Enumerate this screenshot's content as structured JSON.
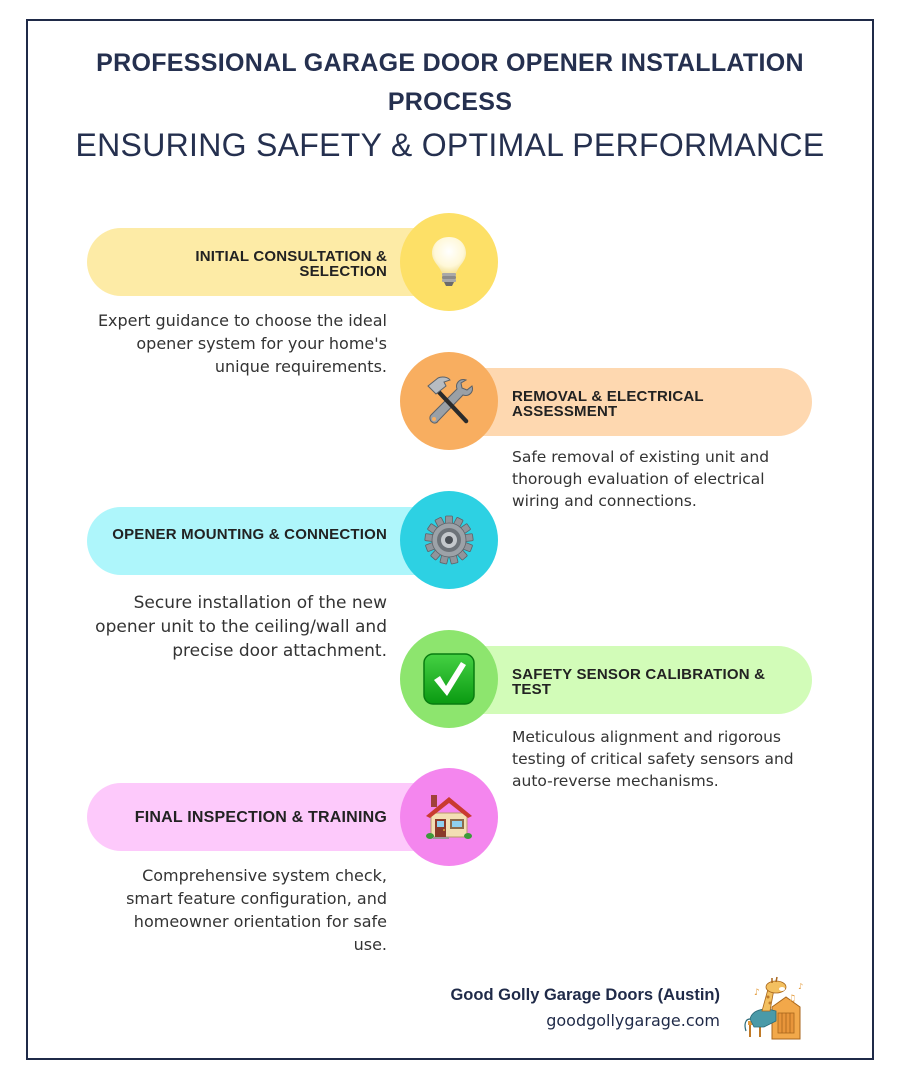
{
  "header": {
    "title": "PROFESSIONAL GARAGE DOOR OPENER INSTALLATION PROCESS",
    "subtitle": "ENSURING SAFETY & OPTIMAL PERFORMANCE"
  },
  "steps": [
    {
      "title": "INITIAL CONSULTATION & SELECTION",
      "description": "Expert guidance to choose the ideal opener system for your home's unique requirements.",
      "icon": "light-bulb-icon",
      "pill_color": "#fdeba6",
      "circle_color": "#fde067",
      "side": "left"
    },
    {
      "title": "REMOVAL & ELECTRICAL ASSESSMENT",
      "description": "Safe removal of existing unit and thorough evaluation of electrical wiring and connections.",
      "icon": "hammer-and-wrench-icon",
      "pill_color": "#fed8b0",
      "circle_color": "#f8ae60",
      "side": "right"
    },
    {
      "title": "OPENER MOUNTING & CONNECTION",
      "description": "Secure installation of the new opener unit to the ceiling/wall and precise door attachment.",
      "icon": "gear-icon",
      "pill_color": "#aef6fb",
      "circle_color": "#2dd1e3",
      "side": "left"
    },
    {
      "title": "SAFETY SENSOR CALIBRATION & TEST",
      "description": "Meticulous alignment and rigorous testing of critical safety sensors and auto-reverse mechanisms.",
      "icon": "check-mark-icon",
      "pill_color": "#d2fcb8",
      "circle_color": "#8de56e",
      "side": "right"
    },
    {
      "title": "FINAL INSPECTION & TRAINING",
      "description": "Comprehensive system check, smart feature configuration, and homeowner orientation for safe use.",
      "icon": "house-icon",
      "pill_color": "#fdc9fb",
      "circle_color": "#f486ee",
      "side": "left"
    }
  ],
  "footer": {
    "company": "Good Golly Garage Doors (Austin)",
    "website": "goodgollygarage.com",
    "logo": "giraffe-mascot-logo"
  },
  "colors": {
    "frame": "#1f2a48",
    "heading": "#25304f"
  }
}
